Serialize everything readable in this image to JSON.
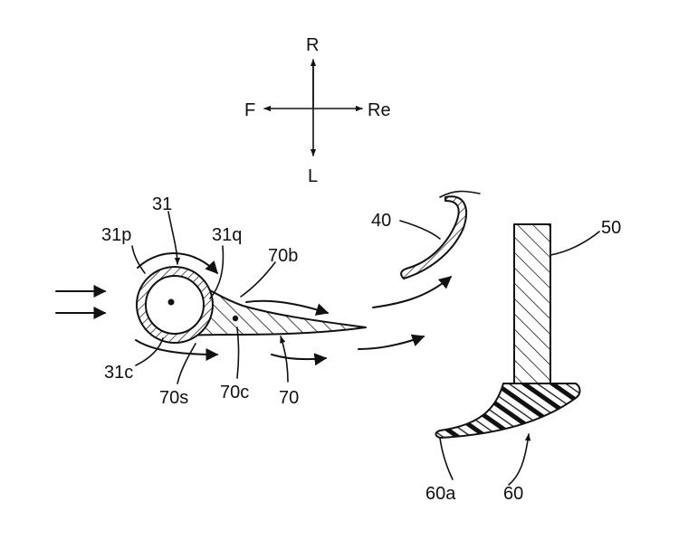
{
  "compass": {
    "up": "R",
    "down": "L",
    "left": "F",
    "right": "Re"
  },
  "labels": {
    "l31": "31",
    "l31p": "31p",
    "l31q": "31q",
    "l31c": "31c",
    "l70b": "70b",
    "l70s": "70s",
    "l70c": "70c",
    "l70": "70",
    "l40": "40",
    "l50": "50",
    "l60": "60",
    "l60a": "60a"
  }
}
